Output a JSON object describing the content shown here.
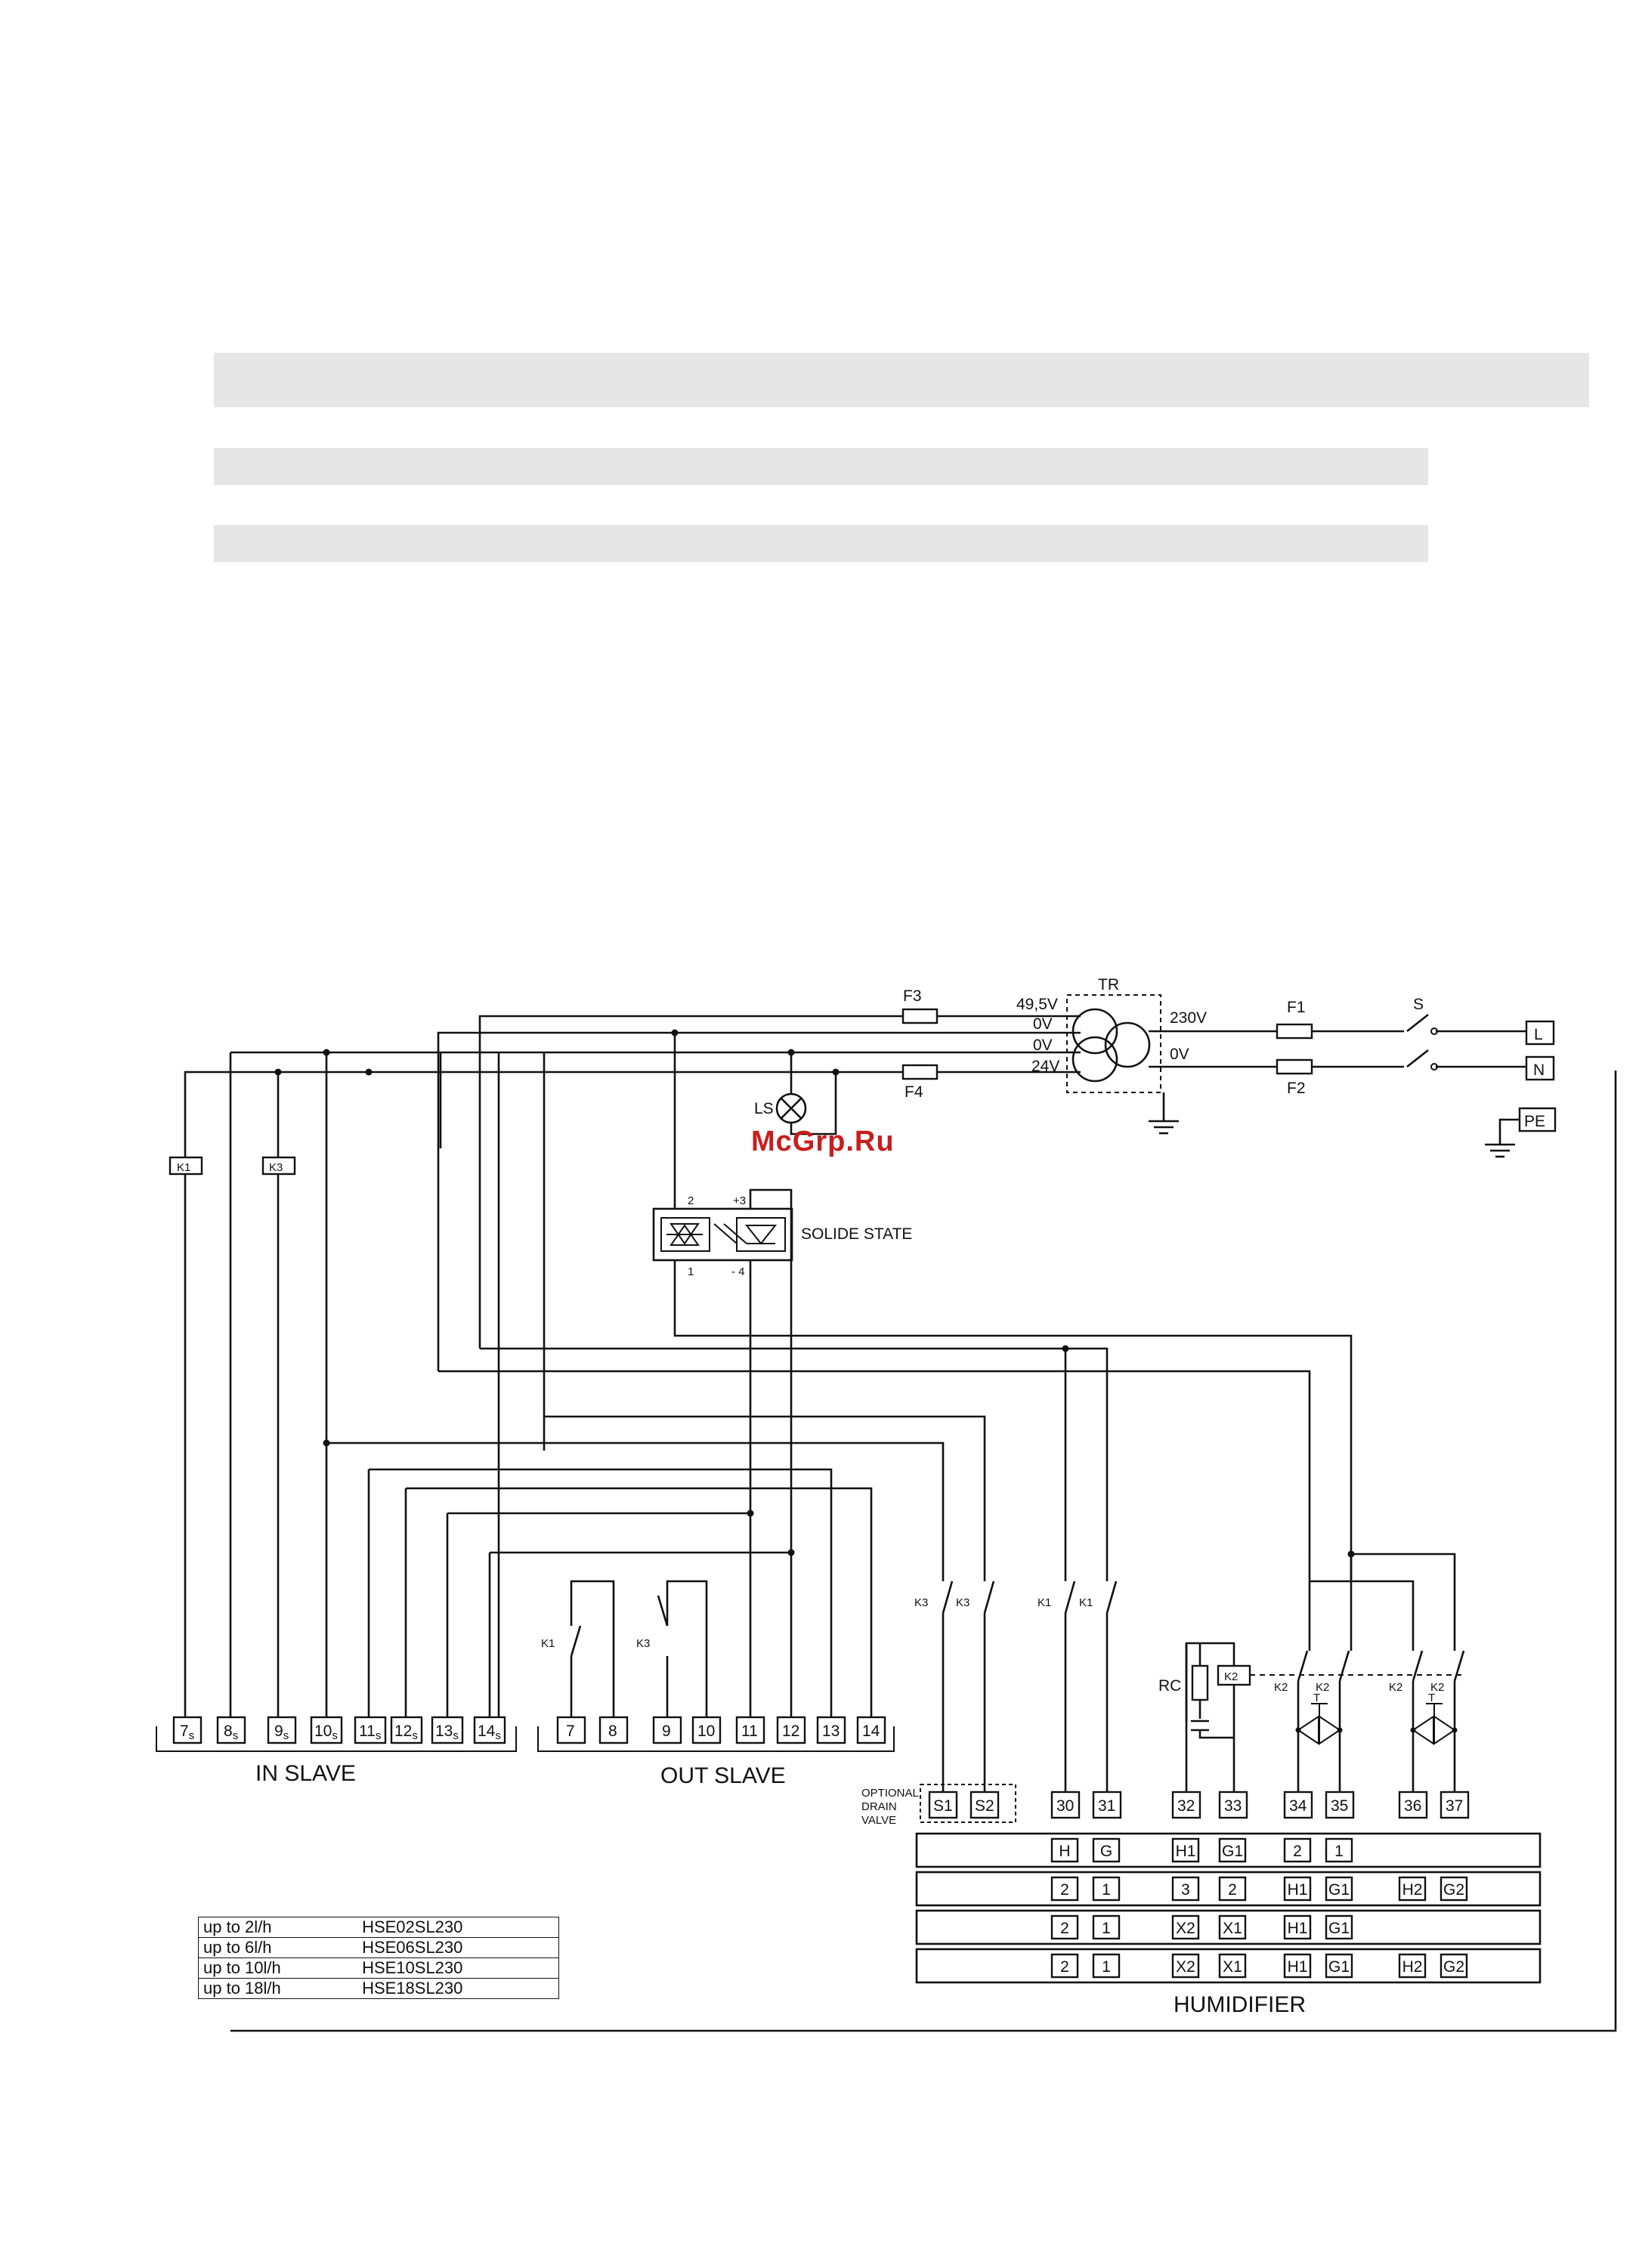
{
  "header_bars": [
    {
      "id": "bar1"
    },
    {
      "id": "bar2"
    },
    {
      "id": "bar3"
    }
  ],
  "power": {
    "transformer": "TR",
    "secondary": [
      "49,5V",
      "0V",
      "0V",
      "24V"
    ],
    "primary": [
      "230V",
      "0V"
    ],
    "fuses": [
      "F3",
      "F4",
      "F1",
      "F2"
    ],
    "switch": "S",
    "terminals": [
      "L",
      "N",
      "PE"
    ],
    "lamp": "LS"
  },
  "solid_state": {
    "label": "SOLIDE STATE",
    "pins": [
      "2",
      "+3",
      "1",
      "- 4"
    ]
  },
  "relays": {
    "k1": "K1",
    "k3": "K3",
    "k2": "K2",
    "rc": "RC",
    "t": "T"
  },
  "in_slave": {
    "label": "IN SLAVE",
    "terminals": [
      {
        "n": "7",
        "s": "s"
      },
      {
        "n": "8",
        "s": "s"
      },
      {
        "n": "9",
        "s": "s"
      },
      {
        "n": "10",
        "s": "s"
      },
      {
        "n": "11",
        "s": "s"
      },
      {
        "n": "12",
        "s": "s"
      },
      {
        "n": "13",
        "s": "s"
      },
      {
        "n": "14",
        "s": "s"
      }
    ]
  },
  "out_slave": {
    "label": "OUT SLAVE",
    "terminals": [
      "7",
      "8",
      "9",
      "10",
      "11",
      "12",
      "13",
      "14"
    ]
  },
  "drain": {
    "note": [
      "OPTIONAL",
      "DRAIN",
      "VALVE"
    ],
    "terminals": [
      "S1",
      "S2"
    ]
  },
  "main_terminals": [
    "30",
    "31",
    "32",
    "33",
    "34",
    "35",
    "36",
    "37"
  ],
  "humidifier": {
    "label": "HUMIDIFIER",
    "rows": [
      [
        "H",
        "G",
        "H1",
        "G1",
        "2",
        "1",
        "",
        ""
      ],
      [
        "2",
        "1",
        "3",
        "2",
        "H1",
        "G1",
        "H2",
        "G2"
      ],
      [
        "2",
        "1",
        "X2",
        "X1",
        "H1",
        "G1",
        "",
        ""
      ],
      [
        "2",
        "1",
        "X2",
        "X1",
        "H1",
        "G1",
        "H2",
        "G2"
      ]
    ]
  },
  "models": [
    {
      "capacity": "up to 2l/h",
      "code": "HSE02SL230"
    },
    {
      "capacity": "up to 6l/h",
      "code": "HSE06SL230"
    },
    {
      "capacity": "up to 10l/h",
      "code": "HSE10SL230"
    },
    {
      "capacity": "up to 18l/h",
      "code": "HSE18SL230"
    }
  ],
  "watermark": "McGrp.Ru"
}
